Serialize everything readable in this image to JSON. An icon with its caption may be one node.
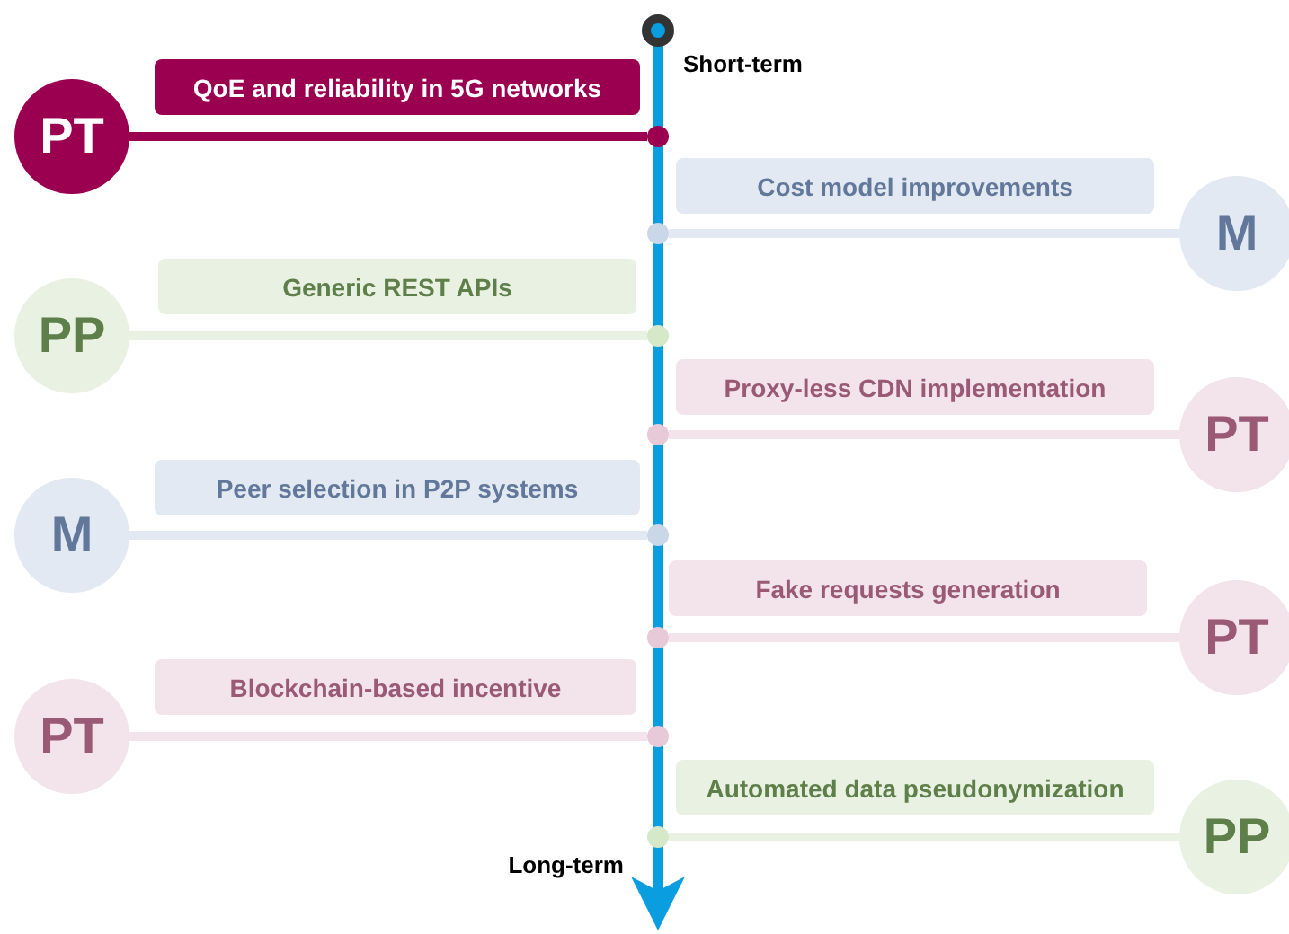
{
  "diagram": {
    "nodes": [
      {
        "text": [],
        "shape": "circle"
      },
      {
        "text": [
          "QoE and reliability in 5G networks"
        ]
      },
      {
        "text": [
          "PT"
        ]
      },
      {
        "text": [],
        "shape": "circle"
      },
      {
        "text": [
          "Cost model improvements"
        ]
      },
      {
        "text": [
          "M"
        ]
      },
      {
        "text": [],
        "shape": "circle"
      },
      {
        "text": [
          "Generic REST APIs"
        ]
      },
      {
        "text": [
          "PP"
        ]
      },
      {
        "text": [],
        "shape": "circle"
      },
      {
        "text": [
          "Proxy-less CDN implementation"
        ]
      },
      {
        "text": [
          "PT"
        ]
      },
      {
        "text": [],
        "shape": "circle"
      },
      {
        "text": [
          "Peer selection in P2P systems"
        ]
      },
      {
        "text": [
          "M"
        ]
      },
      {
        "text": [],
        "shape": "circle"
      },
      {
        "text": [
          "Fake requests generation"
        ]
      },
      {
        "text": [
          "PT"
        ]
      },
      {
        "text": [],
        "shape": "circle"
      },
      {
        "text": [
          "Blockchain-based incentive"
        ]
      },
      {
        "text": [
          "PT"
        ]
      },
      {
        "text": [],
        "shape": "circle"
      },
      {
        "text": [
          "Automated data pseudonymization"
        ]
      },
      {
        "text": [
          "PP"
        ]
      },
      {
        "text": [],
        "shape": "circle"
      }
    ],
    "edges": [
      {
        "from": 2,
        "to": 3,
        "arrow": "none",
        "color": "#9b0050"
      },
      {
        "from": 5,
        "to": 6,
        "arrow": "none",
        "color": "#e3e9f2"
      },
      {
        "from": 8,
        "to": 9,
        "arrow": "none",
        "color": "#e9f2e2"
      },
      {
        "from": 11,
        "to": 12,
        "arrow": "none",
        "color": "#f3e3ea"
      },
      {
        "from": 14,
        "to": 15,
        "arrow": "none",
        "color": "#e3e9f2"
      },
      {
        "from": 17,
        "to": 18,
        "arrow": "none",
        "color": "#f3e3ea"
      },
      {
        "from": 20,
        "to": 21,
        "arrow": "none",
        "color": "#f3e3ea"
      },
      {
        "from": 23,
        "to": 24,
        "arrow": "none",
        "color": "#e9f2e2"
      }
    ],
    "labels": [
      "Short-term",
      "Long-term"
    ]
  }
}
